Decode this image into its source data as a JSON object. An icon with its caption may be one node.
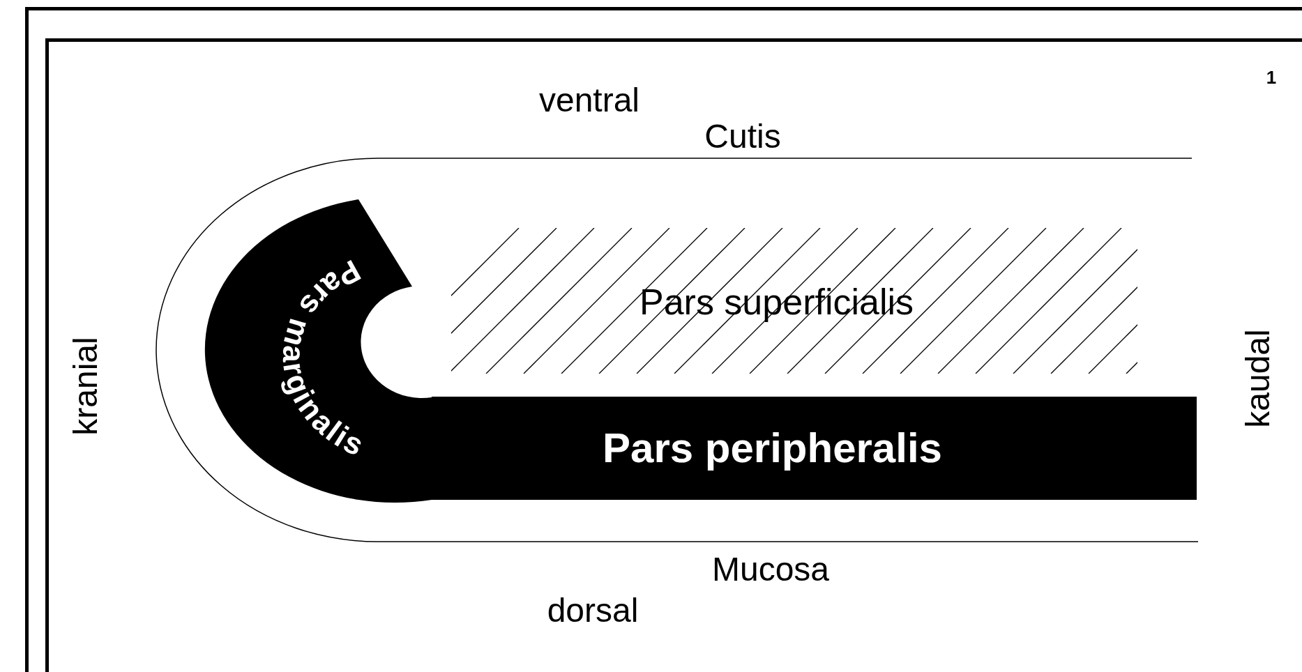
{
  "diagram": {
    "nodes": [
      {
        "text": [
          "Pars marginalis"
        ]
      },
      {
        "text": [
          "Pars superficialis"
        ]
      },
      {
        "text": [
          "Pars peripheralis"
        ]
      }
    ],
    "labels": [
      "1",
      "ventral",
      "Cutis",
      "kranial",
      "kaudal",
      "Mucosa",
      "dorsal"
    ]
  }
}
